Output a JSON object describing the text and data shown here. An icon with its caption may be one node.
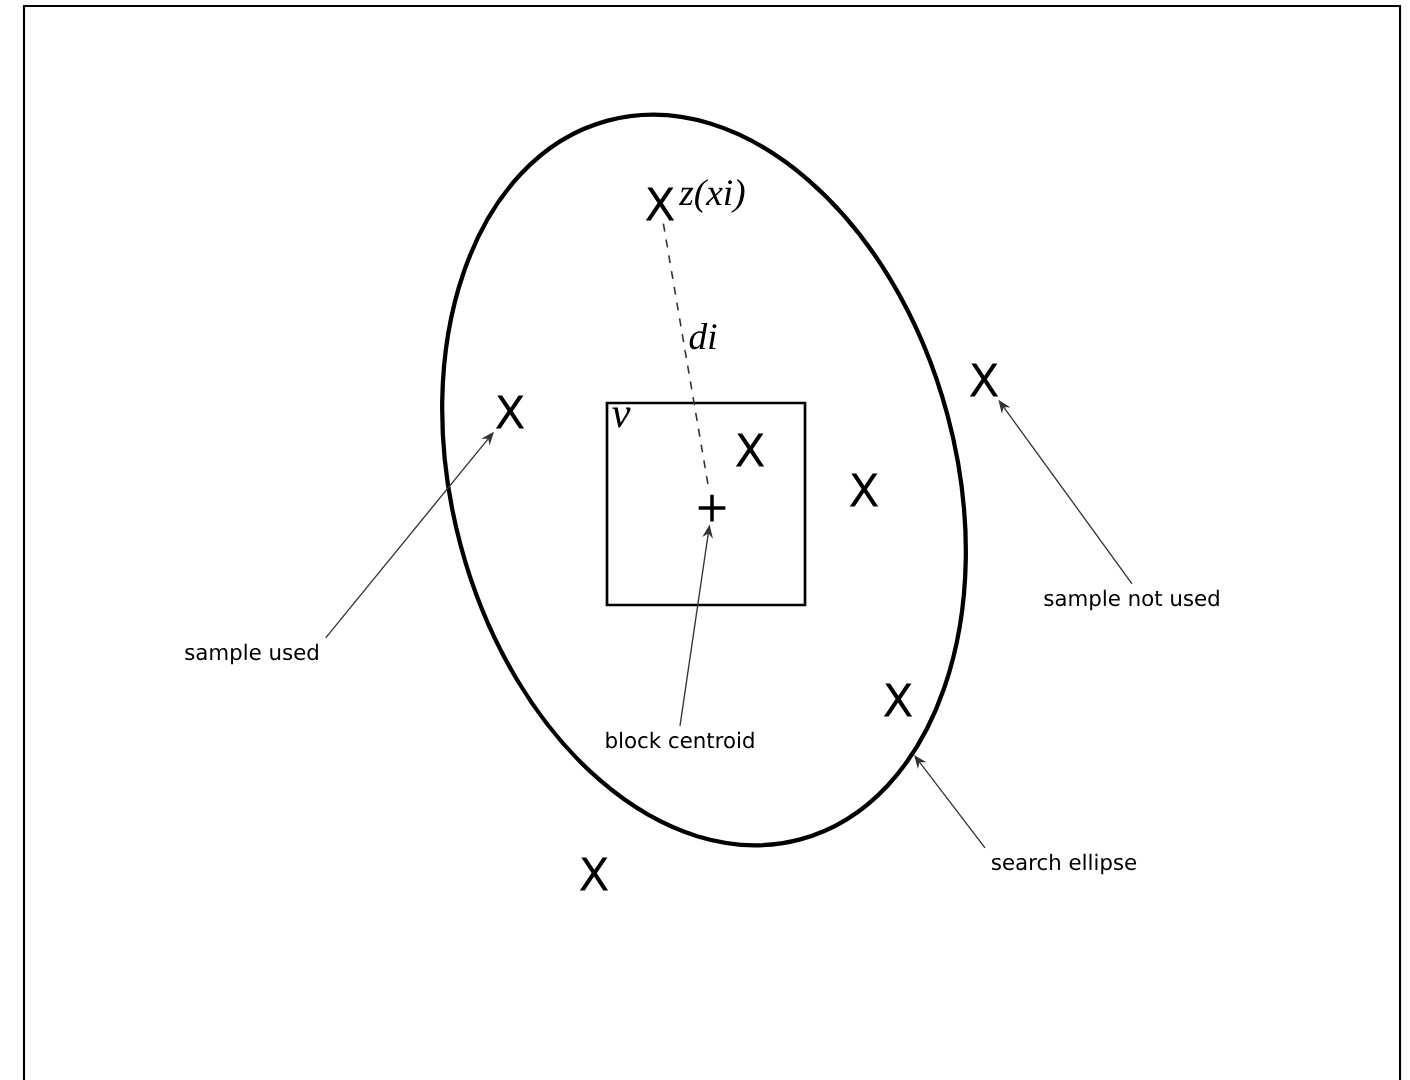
{
  "diagram": {
    "nodes": [
      {
        "text": [],
        "shape": "ellipse"
      },
      {
        "text": [
          "v"
        ],
        "in": 0
      },
      {
        "text": [
          "X"
        ],
        "beside": [
          "z(xi)"
        ],
        "in": 0
      },
      {
        "text": [
          "+"
        ],
        "in": 1
      },
      {
        "text": [
          "X"
        ],
        "in": 1
      },
      {
        "text": [
          "X"
        ],
        "in": 0
      },
      {
        "text": [
          "X"
        ],
        "in": 0
      },
      {
        "text": [
          "X"
        ],
        "in": 0
      },
      {
        "text": [
          "X"
        ]
      },
      {
        "text": [
          "X"
        ]
      },
      {
        "text": [
          "sample used"
        ]
      },
      {
        "text": [
          "block centroid"
        ],
        "in": 0
      },
      {
        "text": [
          "sample not used"
        ]
      },
      {
        "text": [
          "search ellipse"
        ]
      }
    ],
    "edges": [
      {
        "from": 2,
        "to": 3,
        "arrow": "none",
        "style": "dashed",
        "label": "di"
      },
      {
        "from": 10,
        "to": 5,
        "arrow": "to"
      },
      {
        "from": 11,
        "to": 3,
        "arrow": "to"
      },
      {
        "from": 12,
        "to": 8,
        "arrow": "to"
      },
      {
        "from": 13,
        "to": 0,
        "arrow": "to"
      }
    ]
  }
}
